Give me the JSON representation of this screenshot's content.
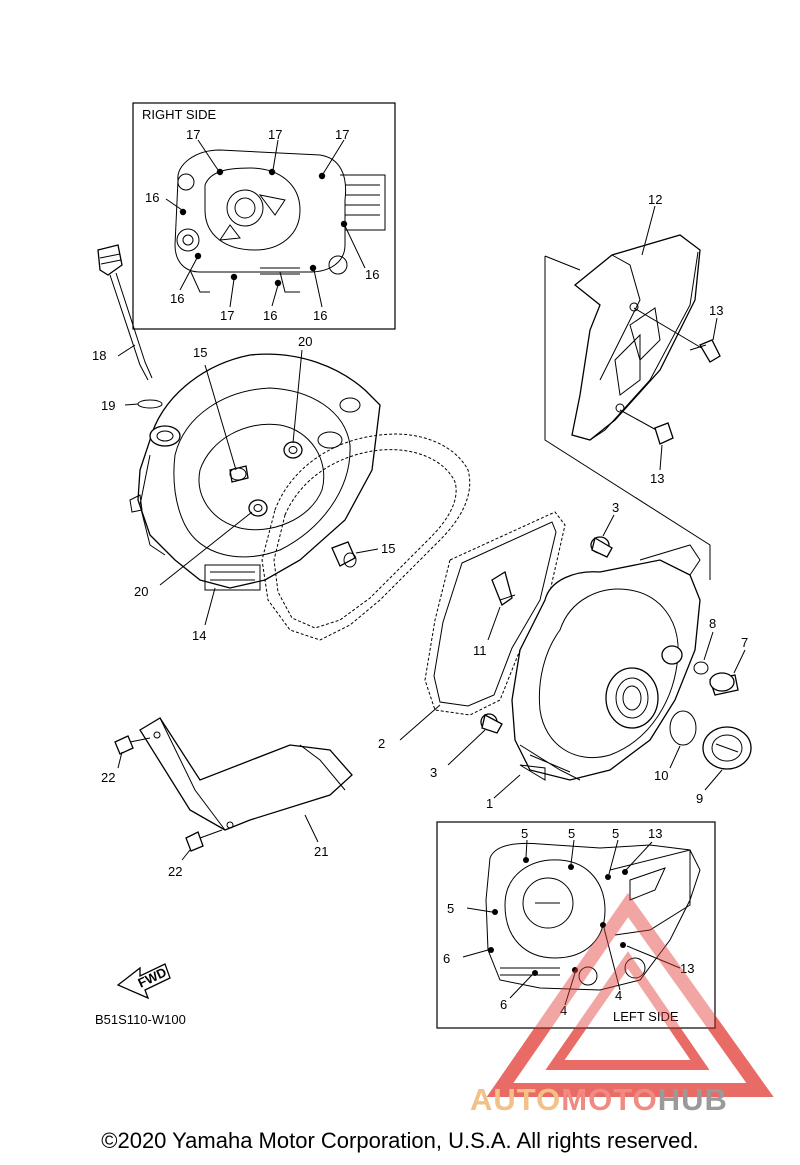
{
  "diagram": {
    "inset_right_title": "RIGHT SIDE",
    "inset_left_title": "LEFT SIDE",
    "fwd_label": "FWD",
    "diagram_code": "B51S110-W100",
    "copyright": "©2020 Yamaha Motor Corporation, U.S.A. All rights reserved."
  },
  "watermark": {
    "part1": "AUTO",
    "part2": "MOTO",
    "part3": "HUB"
  },
  "callouts": {
    "c1": "1",
    "c2": "2",
    "c3a": "3",
    "c3b": "3",
    "c7": "7",
    "c8": "8",
    "c9": "9",
    "c10": "10",
    "c11": "11",
    "c12": "12",
    "c13a": "13",
    "c13b": "13",
    "c14": "14",
    "c15a": "15",
    "c15b": "15",
    "c18": "18",
    "c19": "19",
    "c20a": "20",
    "c20b": "20",
    "c21": "21",
    "c22a": "22",
    "c22b": "22"
  },
  "right_inset_callouts": {
    "r17a": "17",
    "r17b": "17",
    "r17c": "17",
    "r16a": "16",
    "r16b": "16",
    "r16c": "16",
    "r17d": "17",
    "r16d": "16",
    "r16e": "16"
  },
  "left_inset_callouts": {
    "l5a": "5",
    "l5b": "5",
    "l5c": "5",
    "l13a": "13",
    "l5d": "5",
    "l6a": "6",
    "l13b": "13",
    "l6b": "6",
    "l4a": "4",
    "l4b": "4"
  },
  "colors": {
    "watermark_red": "#e23b35",
    "watermark_orange": "#f3c089",
    "watermark_gray": "#9a9a9a"
  }
}
